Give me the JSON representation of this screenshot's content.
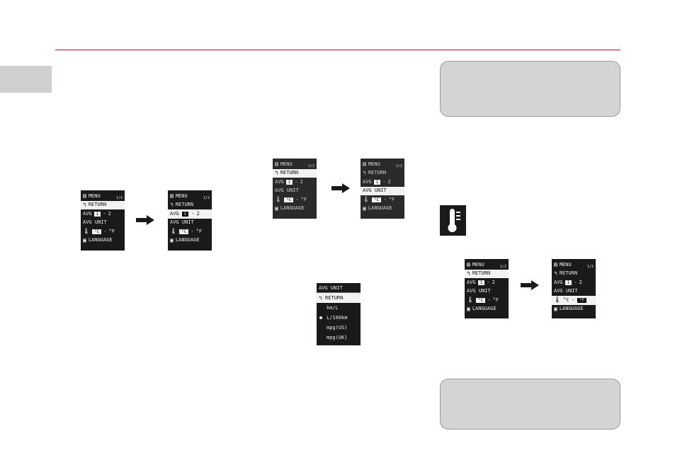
{
  "screens": {
    "menu_title": "MENU",
    "page_indicator": "1/2",
    "return_label": "RETURN",
    "avg_label": "AVG",
    "avg_selected": "1",
    "avg_separator": "-",
    "avg_other": "2",
    "avg_unit_label": "AVG UNIT",
    "temp_c": "°C",
    "temp_sep": "-",
    "temp_f": "°F",
    "language_label": "LANGUAGE"
  },
  "unit_list": {
    "header": "AVG UNIT",
    "items": [
      "RETURN",
      "km/L",
      "L/100km",
      "mpg(US)",
      "mpg(UK)"
    ],
    "selected_index": 2
  },
  "icons": {
    "menu": "menu-icon",
    "return": "return-arrow-icon",
    "temperature": "thermometer-icon",
    "language": "language-icon",
    "arrow": "right-arrow-icon"
  },
  "colors": {
    "rule": "#b0283a",
    "note_fill": "#d4d4d4",
    "screen_bg": "#1a1a1a"
  }
}
